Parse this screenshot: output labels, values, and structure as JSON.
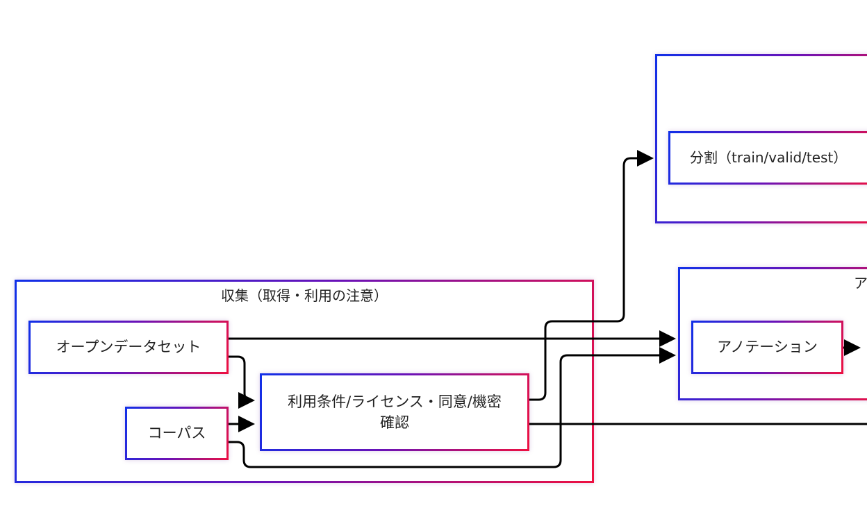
{
  "groups": {
    "collection": {
      "label": "収集（取得・利用の注意）"
    },
    "split_group": {
      "label": ""
    },
    "annotation_group": {
      "label": "ア"
    }
  },
  "nodes": {
    "open_dataset": "オープンデータセット",
    "corpus": "コーパス",
    "license_check": "利用条件/ライセンス・同意/機密確認",
    "split": "分割（train/valid/test）",
    "annotation": "アノテーション"
  },
  "colors": {
    "border_start": "#1030e8",
    "border_mid": "#6a12b8",
    "border_end": "#ee1040",
    "edge": "#000000"
  }
}
